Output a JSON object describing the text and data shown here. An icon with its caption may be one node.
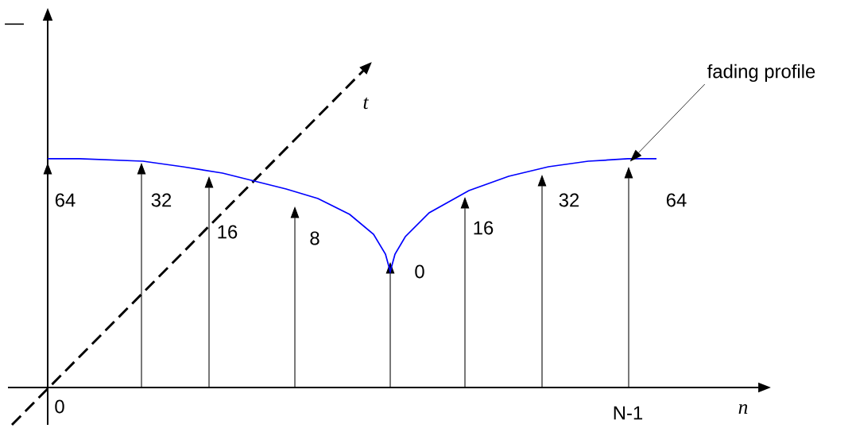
{
  "diagram": {
    "nodes": [
      {
        "text": [
          "fading profile"
        ]
      },
      {
        "text": [],
        "shape": "curve"
      }
    ],
    "edges": [
      {
        "from": 0,
        "to": 1,
        "arrow": "to"
      }
    ],
    "labels": [
      "—",
      "t",
      "64",
      "32",
      "16",
      "8",
      "0",
      "16",
      "32",
      "64",
      "0",
      "N-1",
      "n"
    ]
  }
}
